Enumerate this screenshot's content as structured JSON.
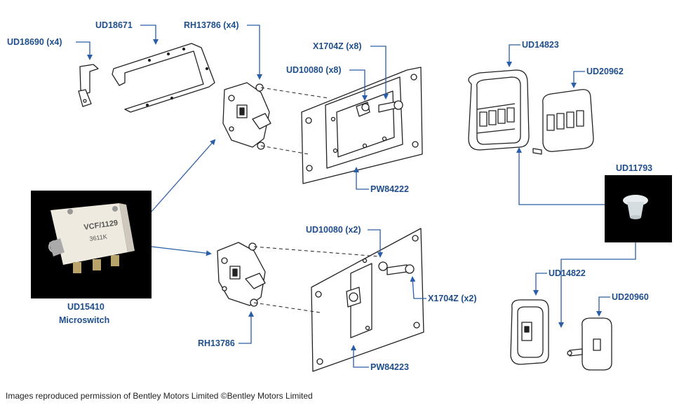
{
  "colors": {
    "label": "#1f4e8c",
    "leader": "#2a5ea8",
    "line_art": "#222222",
    "photo_bg": "#000000"
  },
  "labels": {
    "ud18690": "UD18690 (x4)",
    "ud18671": "UD18671",
    "rh13786_x4": "RH13786 (x4)",
    "x1704z_x8": "X1704Z (x8)",
    "ud10080_x8": "UD10080 (x8)",
    "pw84222": "PW84222",
    "ud14823": "UD14823",
    "ud20962": "UD20962",
    "ud11793": "UD11793",
    "ud15410_code": "UD15410",
    "ud15410_name": "Microswitch",
    "ud10080_x2": "UD10080 (x2)",
    "x1704z_x2": "X1704Z (x2)",
    "rh13786": "RH13786",
    "pw84223": "PW84223",
    "ud14822": "UD14822",
    "ud20960": "UD20960"
  },
  "photo_text": {
    "microswitch_line1": "VCF/1129",
    "microswitch_line2": "3611K"
  },
  "caption": "Images reproduced permission of Bentley Motors Limited ©Bentley Motors Limited"
}
